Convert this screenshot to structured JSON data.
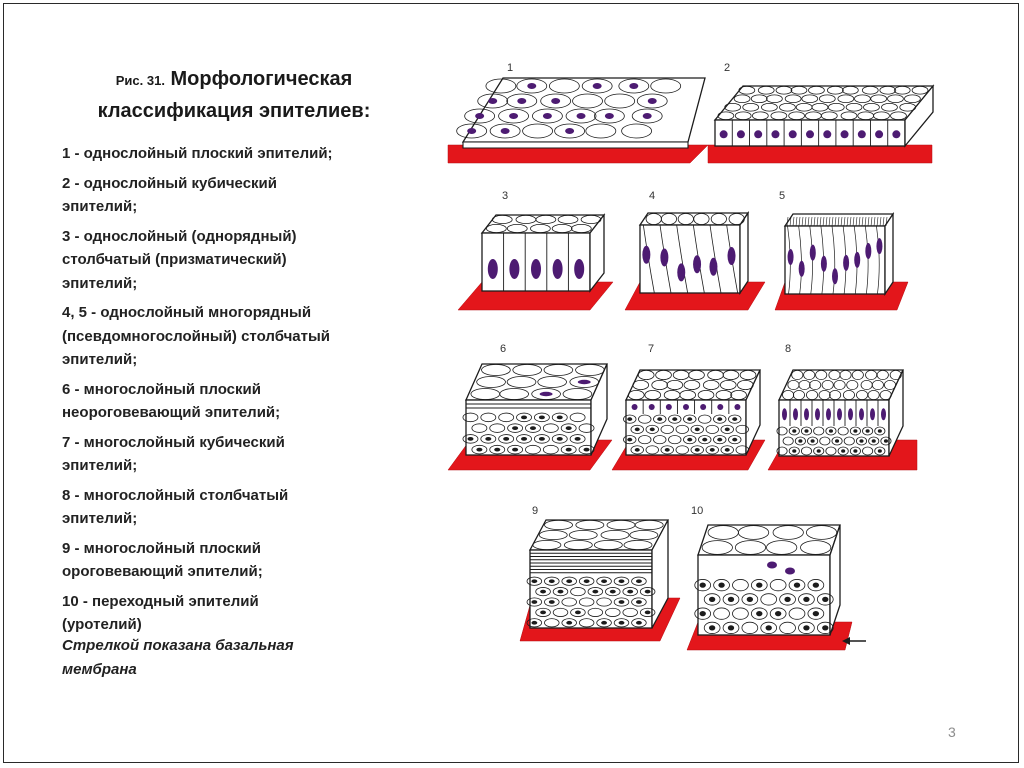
{
  "title": {
    "prefix": "Рис. 31.",
    "line1": "Морфологическая",
    "line2": "классификация эпителиев:"
  },
  "legend": [
    "1 - однослойный плоский эпителий;",
    "2 - однослойный кубический\nэпителий;",
    "3 - однослойный (однорядный)\nстолбчатый (призматический)\nэпителий;",
    "4, 5 - однослойный многорядный\n(псевдомногослойный) столбчатый\nэпителий;",
    "6 - многослойный плоский\nнеороговевающий эпителий;",
    "7 - многослойный кубический\nэпителий;",
    "8 - многослойный столбчатый\nэпителий;",
    "9 - многослойный плоский\nороговевающий эпителий;",
    "10 - переходный эпителий\n(уротелий)"
  ],
  "note": "Стрелкой показана базальная\nмембрана",
  "page_number": "3",
  "figure": {
    "panel_numbers": [
      "1",
      "2",
      "3",
      "4",
      "5",
      "6",
      "7",
      "8",
      "9",
      "10"
    ],
    "colors": {
      "basal_membrane": "#e3161b",
      "nucleus": "#4d1b72",
      "cell_outline": "#1c1c1c",
      "cell_fill": "#ffffff"
    }
  }
}
